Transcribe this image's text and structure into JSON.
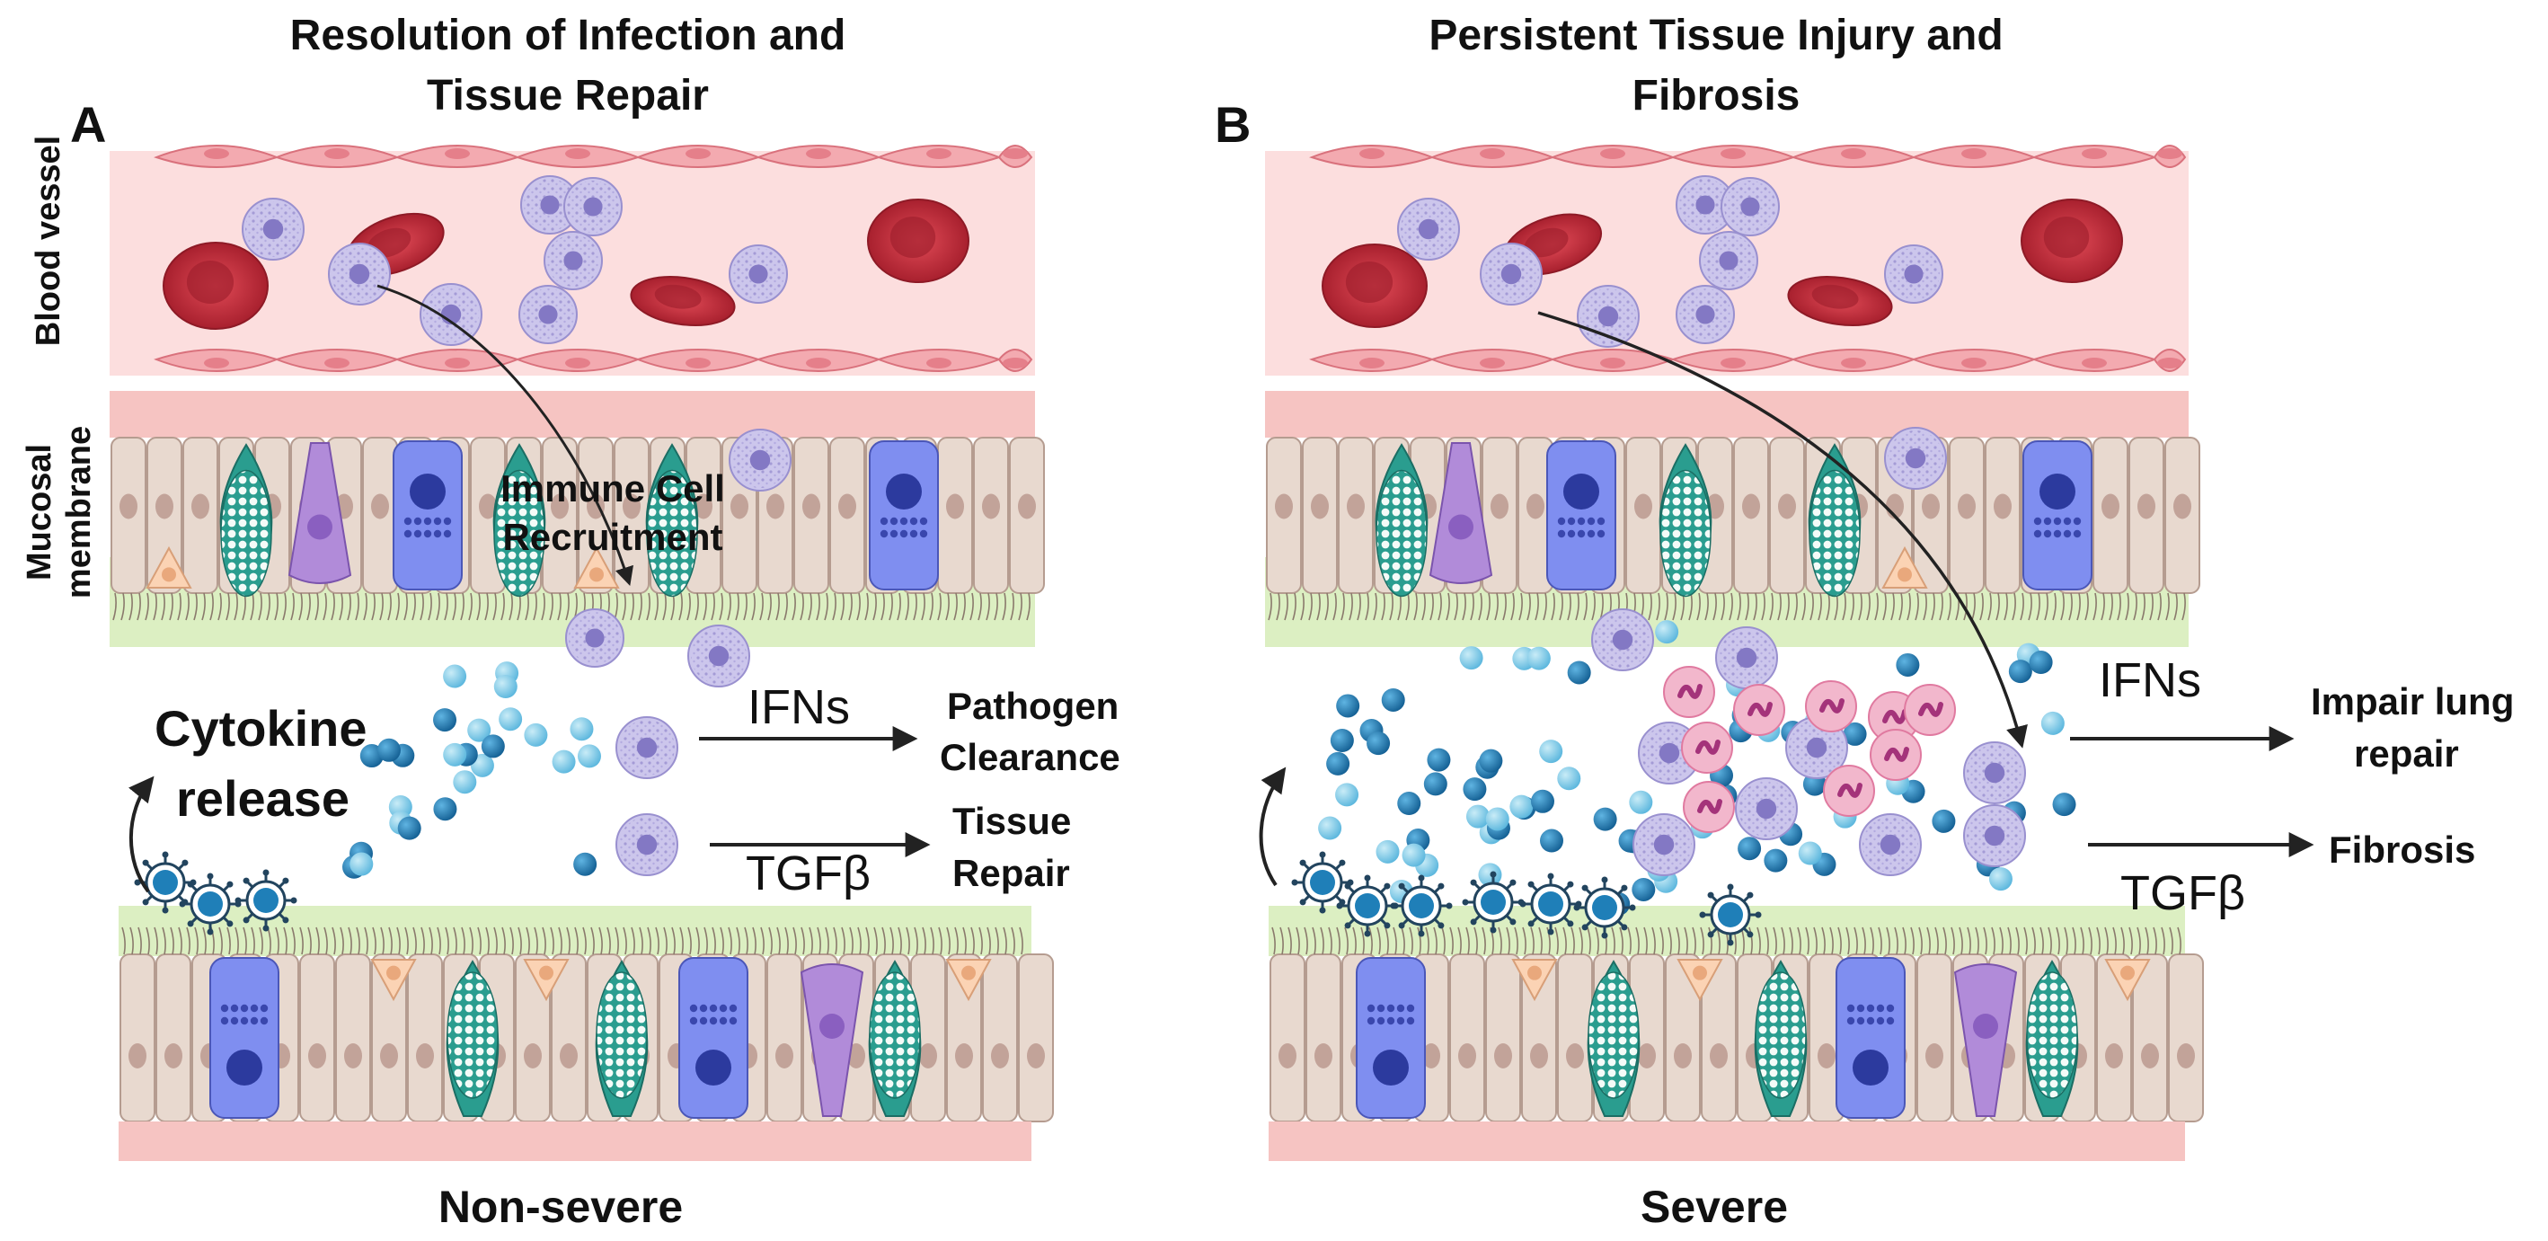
{
  "panels": [
    {
      "letter": "A",
      "title_line1": "Resolution of Infection and",
      "title_line2": "Tissue Repair",
      "footer": "Non-severe",
      "recruitment_line1": "Immune Cell",
      "recruitment_line2": "Recruitment",
      "cytokine_line1": "Cytokine",
      "cytokine_line2": "release",
      "ifn_label": "IFNs",
      "ifn_outcome_line1": "Pathogen",
      "ifn_outcome_line2": "Clearance",
      "tgf_label": "TGFβ",
      "tgf_outcome_line1": "Tissue",
      "tgf_outcome_line2": "Repair"
    },
    {
      "letter": "B",
      "title_line1": "Persistent  Tissue Injury and",
      "title_line2": "Fibrosis",
      "footer": "Severe",
      "ifn_label": "IFNs",
      "ifn_outcome_line1": "Impair lung",
      "ifn_outcome_line2": "repair",
      "tgf_label": "TGFβ",
      "tgf_outcome_line1": "Fibrosis"
    }
  ],
  "side_labels": {
    "blood_vessel": "Blood vessel",
    "mucosal_line1": "Mucosal",
    "mucosal_line2": "membrane"
  },
  "colors": {
    "vessel_bg": "#fcdede",
    "endothelium": "#f5b9bd",
    "rbc": "#c9303e",
    "leukocyte": "#c8c3e8",
    "epithelial": "#e7d9d0",
    "goblet": "#2a9d8f",
    "basal_blue": "#7f8ef0",
    "mucus_layer": "#dcefc2",
    "cytokine_dark": "#1f7fb8",
    "cytokine_light": "#7ccbe8",
    "neutrophil": "#f2b7cc"
  }
}
